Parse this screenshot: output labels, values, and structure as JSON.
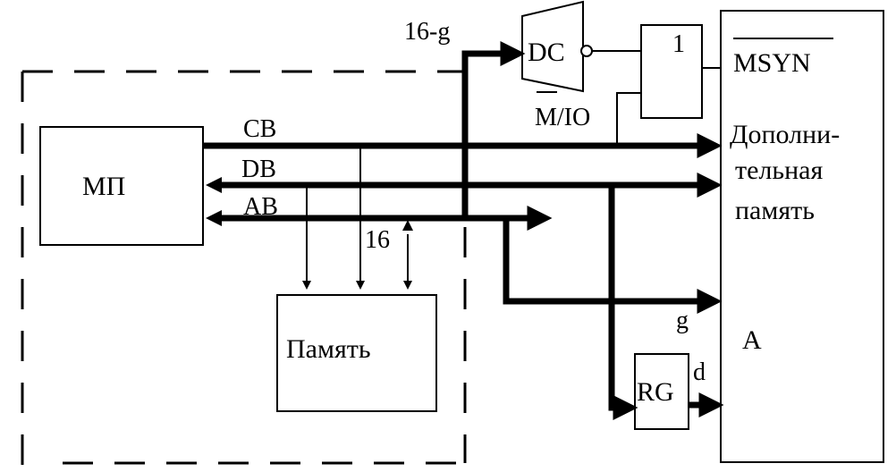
{
  "blocks": {
    "mp": "МП",
    "memory": "Память",
    "dc": "DC",
    "or_gate": "1",
    "rg": "RG",
    "extra_memory_line1": "Дополни-",
    "extra_memory_line2": "тельная",
    "extra_memory_line3": "память",
    "extra_memory_a": "A"
  },
  "buses": {
    "cb": "CB",
    "db": "DB",
    "ab": "AB"
  },
  "signals": {
    "addr_high": "16-g",
    "addr_16": "16",
    "g": "g",
    "d": "d",
    "m_io_overbar": "M",
    "m_io_rest": "/IO",
    "msyn": "MSYN"
  }
}
